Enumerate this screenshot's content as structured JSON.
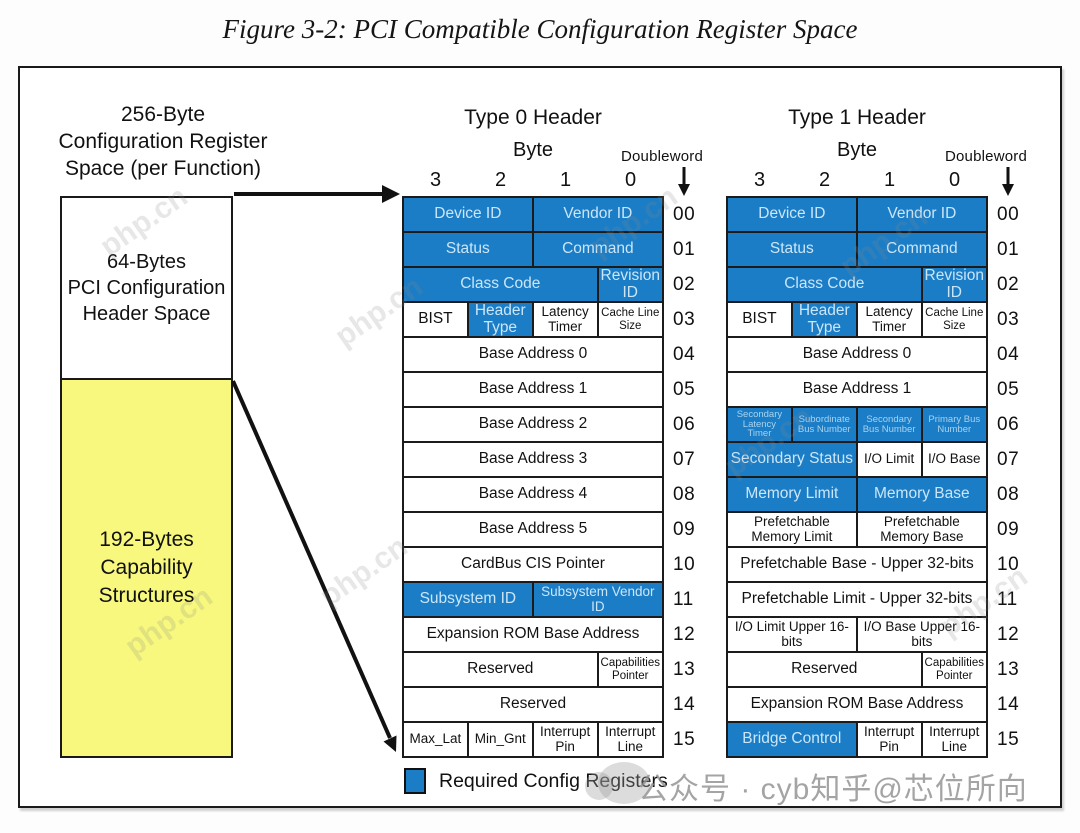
{
  "figure_title": "Figure 3-2: PCI Compatible Configuration Register Space",
  "left_panel": {
    "heading_lines": [
      "256-Byte",
      "Configuration Register",
      "Space (per Function)"
    ],
    "header_box_lines": [
      "64-Bytes",
      "PCI Configuration",
      "Header Space"
    ],
    "capability_box_lines": [
      "192-Bytes",
      "Capability",
      "Structures"
    ],
    "capability_box_color": "#f7f87d"
  },
  "colors": {
    "required_register_fill": "#1b7dc6",
    "grid_line": "#1b1b1b"
  },
  "tables": [
    {
      "title": "Type 0 Header",
      "byte_label": "Byte",
      "doubleword_label": "Doubleword",
      "byte_numbers": [
        "3",
        "2",
        "1",
        "0"
      ],
      "rows": [
        {
          "dw": "00",
          "cells": [
            {
              "label": "Device ID",
              "span": 2,
              "filled": true
            },
            {
              "label": "Vendor ID",
              "span": 2,
              "filled": true
            }
          ]
        },
        {
          "dw": "01",
          "cells": [
            {
              "label": "Status",
              "span": 2,
              "filled": true
            },
            {
              "label": "Command",
              "span": 2,
              "filled": true
            }
          ]
        },
        {
          "dw": "02",
          "cells": [
            {
              "label": "Class Code",
              "span": 3,
              "filled": true
            },
            {
              "label": "Revision ID",
              "span": 1,
              "filled": true
            }
          ]
        },
        {
          "dw": "03",
          "cells": [
            {
              "label": "BIST",
              "span": 1
            },
            {
              "label": "Header Type",
              "span": 1,
              "filled": true
            },
            {
              "label": "Latency Timer",
              "span": 1,
              "size": "sm"
            },
            {
              "label": "Cache Line Size",
              "span": 1,
              "size": "xs"
            }
          ]
        },
        {
          "dw": "04",
          "cells": [
            {
              "label": "Base Address 0",
              "span": 4
            }
          ]
        },
        {
          "dw": "05",
          "cells": [
            {
              "label": "Base Address 1",
              "span": 4
            }
          ]
        },
        {
          "dw": "06",
          "cells": [
            {
              "label": "Base Address 2",
              "span": 4
            }
          ]
        },
        {
          "dw": "07",
          "cells": [
            {
              "label": "Base Address 3",
              "span": 4
            }
          ]
        },
        {
          "dw": "08",
          "cells": [
            {
              "label": "Base Address 4",
              "span": 4
            }
          ]
        },
        {
          "dw": "09",
          "cells": [
            {
              "label": "Base Address 5",
              "span": 4
            }
          ]
        },
        {
          "dw": "10",
          "cells": [
            {
              "label": "CardBus CIS Pointer",
              "span": 4
            }
          ]
        },
        {
          "dw": "11",
          "cells": [
            {
              "label": "Subsystem ID",
              "span": 2,
              "filled": true
            },
            {
              "label": "Subsystem Vendor ID",
              "span": 2,
              "filled": true,
              "size": "sm"
            }
          ]
        },
        {
          "dw": "12",
          "cells": [
            {
              "label": "Expansion ROM Base Address",
              "span": 4
            }
          ]
        },
        {
          "dw": "13",
          "cells": [
            {
              "label": "Reserved",
              "span": 3
            },
            {
              "label": "Capabilities Pointer",
              "span": 1,
              "size": "xs"
            }
          ]
        },
        {
          "dw": "14",
          "cells": [
            {
              "label": "Reserved",
              "span": 4
            }
          ]
        },
        {
          "dw": "15",
          "cells": [
            {
              "label": "Max_Lat",
              "span": 1,
              "size": "sm"
            },
            {
              "label": "Min_Gnt",
              "span": 1,
              "size": "sm"
            },
            {
              "label": "Interrupt Pin",
              "span": 1,
              "size": "sm"
            },
            {
              "label": "Interrupt Line",
              "span": 1,
              "size": "sm"
            }
          ]
        }
      ]
    },
    {
      "title": "Type 1 Header",
      "byte_label": "Byte",
      "doubleword_label": "Doubleword",
      "byte_numbers": [
        "3",
        "2",
        "1",
        "0"
      ],
      "rows": [
        {
          "dw": "00",
          "cells": [
            {
              "label": "Device ID",
              "span": 2,
              "filled": true
            },
            {
              "label": "Vendor ID",
              "span": 2,
              "filled": true
            }
          ]
        },
        {
          "dw": "01",
          "cells": [
            {
              "label": "Status",
              "span": 2,
              "filled": true
            },
            {
              "label": "Command",
              "span": 2,
              "filled": true
            }
          ]
        },
        {
          "dw": "02",
          "cells": [
            {
              "label": "Class Code",
              "span": 3,
              "filled": true
            },
            {
              "label": "Revision ID",
              "span": 1,
              "filled": true
            }
          ]
        },
        {
          "dw": "03",
          "cells": [
            {
              "label": "BIST",
              "span": 1
            },
            {
              "label": "Header Type",
              "span": 1,
              "filled": true
            },
            {
              "label": "Latency Timer",
              "span": 1,
              "size": "sm"
            },
            {
              "label": "Cache Line Size",
              "span": 1,
              "size": "xs"
            }
          ]
        },
        {
          "dw": "04",
          "cells": [
            {
              "label": "Base Address 0",
              "span": 4
            }
          ]
        },
        {
          "dw": "05",
          "cells": [
            {
              "label": "Base Address 1",
              "span": 4
            }
          ]
        },
        {
          "dw": "06",
          "cells": [
            {
              "label": "Secondary Latency Timer",
              "span": 1,
              "filled": true,
              "size": "xxs"
            },
            {
              "label": "Subordinate Bus Number",
              "span": 1,
              "filled": true,
              "size": "xxs"
            },
            {
              "label": "Secondary Bus Number",
              "span": 1,
              "filled": true,
              "size": "xxs"
            },
            {
              "label": "Primary Bus Number",
              "span": 1,
              "filled": true,
              "size": "xxs"
            }
          ]
        },
        {
          "dw": "07",
          "cells": [
            {
              "label": "Secondary Status",
              "span": 2,
              "filled": true
            },
            {
              "label": "I/O Limit",
              "span": 1,
              "size": "sm"
            },
            {
              "label": "I/O Base",
              "span": 1,
              "size": "sm"
            }
          ]
        },
        {
          "dw": "08",
          "cells": [
            {
              "label": "Memory Limit",
              "span": 2,
              "filled": true
            },
            {
              "label": "Memory Base",
              "span": 2,
              "filled": true
            }
          ]
        },
        {
          "dw": "09",
          "cells": [
            {
              "label": "Prefetchable Memory Limit",
              "span": 2,
              "size": "sm"
            },
            {
              "label": "Prefetchable Memory Base",
              "span": 2,
              "size": "sm"
            }
          ]
        },
        {
          "dw": "10",
          "cells": [
            {
              "label": "Prefetchable Base - Upper 32-bits",
              "span": 4
            }
          ]
        },
        {
          "dw": "11",
          "cells": [
            {
              "label": "Prefetchable Limit - Upper 32-bits",
              "span": 4
            }
          ]
        },
        {
          "dw": "12",
          "cells": [
            {
              "label": "I/O Limit Upper 16-bits",
              "span": 2,
              "size": "sm"
            },
            {
              "label": "I/O Base Upper 16-bits",
              "span": 2,
              "size": "sm"
            }
          ]
        },
        {
          "dw": "13",
          "cells": [
            {
              "label": "Reserved",
              "span": 3
            },
            {
              "label": "Capabilities Pointer",
              "span": 1,
              "size": "xs"
            }
          ]
        },
        {
          "dw": "14",
          "cells": [
            {
              "label": "Expansion ROM Base Address",
              "span": 4
            }
          ]
        },
        {
          "dw": "15",
          "cells": [
            {
              "label": "Bridge Control",
              "span": 2,
              "filled": true
            },
            {
              "label": "Interrupt Pin",
              "span": 1,
              "size": "sm"
            },
            {
              "label": "Interrupt Line",
              "span": 1,
              "size": "sm"
            }
          ]
        }
      ]
    }
  ],
  "legend": {
    "label": "Required Config Registers",
    "swatch_color": "#1b7dc6"
  },
  "watermarks": {
    "diagonal_text": "php.cn",
    "bottom_text": "公众号 · cyb知乎@芯位所向"
  }
}
